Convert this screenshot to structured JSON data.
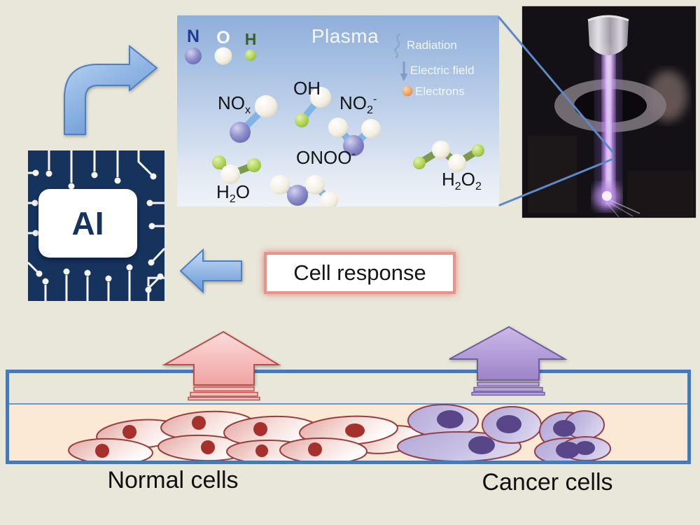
{
  "figure": {
    "description_labels": {
      "plasma_title": "Plasma",
      "normal_cells": "Normal cells",
      "cancer_cells": "Cancer cells",
      "cell_response": "Cell response",
      "ai": "AI"
    }
  },
  "plasma": {
    "title": "Plasma",
    "atoms": [
      {
        "label": "N"
      },
      {
        "label": "O"
      },
      {
        "label": "H"
      }
    ],
    "legend": [
      {
        "label": "Radiation",
        "icon": "radiation-squiggle-icon"
      },
      {
        "label": "Electric field",
        "icon": "down-arrow-icon"
      },
      {
        "label": "Electrons",
        "icon": "electron-ball-icon"
      }
    ],
    "molecules": {
      "nox": {
        "base": "NO",
        "sub": "x"
      },
      "oh": {
        "base": "OH"
      },
      "no2": {
        "base": "NO",
        "sub": "2",
        "sup": "-"
      },
      "onoo": {
        "base": "ONOO",
        "sup": "-"
      },
      "h2o": {
        "p1": "H",
        "s1": "2",
        "p2": "O"
      },
      "h2o2": {
        "p1": "H",
        "s1": "2",
        "p2": "O",
        "s2": "2"
      }
    }
  },
  "ai_chip": {
    "label": "AI"
  },
  "cell_response": {
    "label": "Cell response"
  },
  "dish": {
    "normal_label": "Normal cells",
    "cancer_label": "Cancer cells"
  },
  "colors": {
    "background": "#E9E6DA",
    "plasma_top": "#8FAEDA",
    "plasma_bottom": "#EFF2F7",
    "chip_navy": "#16335E",
    "dish_border": "#4779B5",
    "dish_medium": "#FBE8D5",
    "normal_cell_outline": "#96403D",
    "normal_nucleus": "#A6302B",
    "cancer_cell_fill": "#BCB3DE",
    "cancer_nucleus": "#584689",
    "pink_arrow": "#F2A5A3",
    "purple_arrow": "#A58BCE",
    "blue_arrow": "#6B9BD8",
    "response_border": "#E8938B",
    "plasma_jet": "#B47FE8"
  }
}
